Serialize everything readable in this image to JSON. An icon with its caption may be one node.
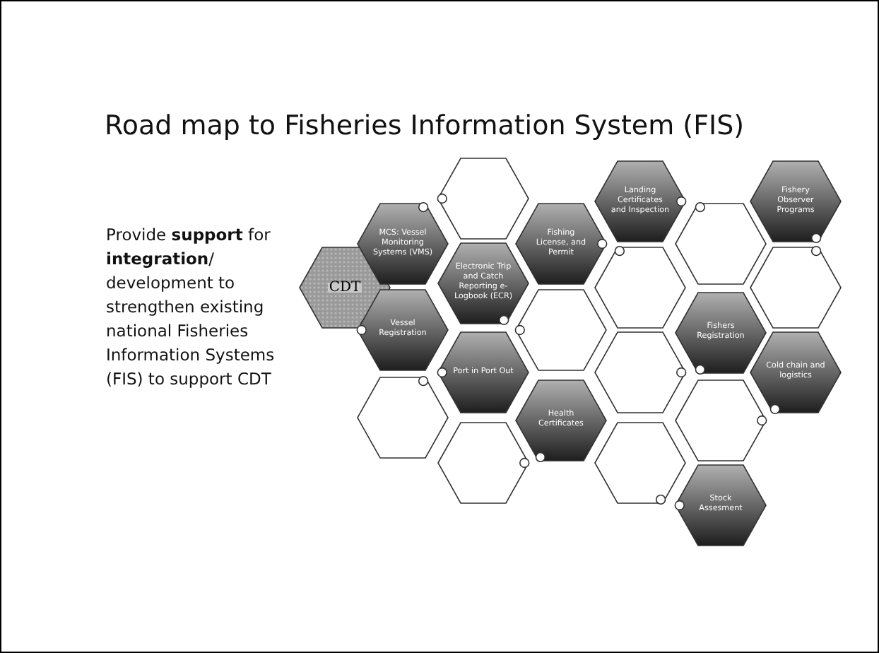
{
  "diagram": {
    "title": "Road map to Fisheries Information System (FIS)",
    "nodes": [
      {
        "text": [
          "CDT"
        ]
      },
      {
        "text": [
          "MCS: Vessel Monitoring Systems (VMS)"
        ]
      },
      {
        "text": [
          "Vessel Registration"
        ]
      },
      {
        "text": [],
        "shape": "hexagon"
      },
      {
        "text": [],
        "shape": "hexagon"
      },
      {
        "text": [
          "Electronic Trip and Catch Reporting e-Logbook (ECR)"
        ]
      },
      {
        "text": [
          "Port in Port Out"
        ]
      },
      {
        "text": [],
        "shape": "hexagon"
      },
      {
        "text": [
          "Fishing License, and Permit"
        ]
      },
      {
        "text": [],
        "shape": "hexagon"
      },
      {
        "text": [
          "Health Certificates"
        ]
      },
      {
        "text": [
          "Landing Certificates and Inspection"
        ]
      },
      {
        "text": [],
        "shape": "hexagon"
      },
      {
        "text": [],
        "shape": "hexagon"
      },
      {
        "text": [],
        "shape": "hexagon"
      },
      {
        "text": [],
        "shape": "hexagon"
      },
      {
        "text": [
          "Fishers Registration"
        ]
      },
      {
        "text": [],
        "shape": "hexagon"
      },
      {
        "text": [
          "Stock Assesment"
        ]
      },
      {
        "text": [
          "Fishery Observer Programs"
        ]
      },
      {
        "text": [],
        "shape": "hexagon"
      },
      {
        "text": [
          "Cold chain and logistics"
        ]
      }
    ],
    "labels": [
      "Provide **support** for **integration**/ development to strengthen existing national Fisheries Information Systems (FIS) to support CDT"
    ]
  }
}
